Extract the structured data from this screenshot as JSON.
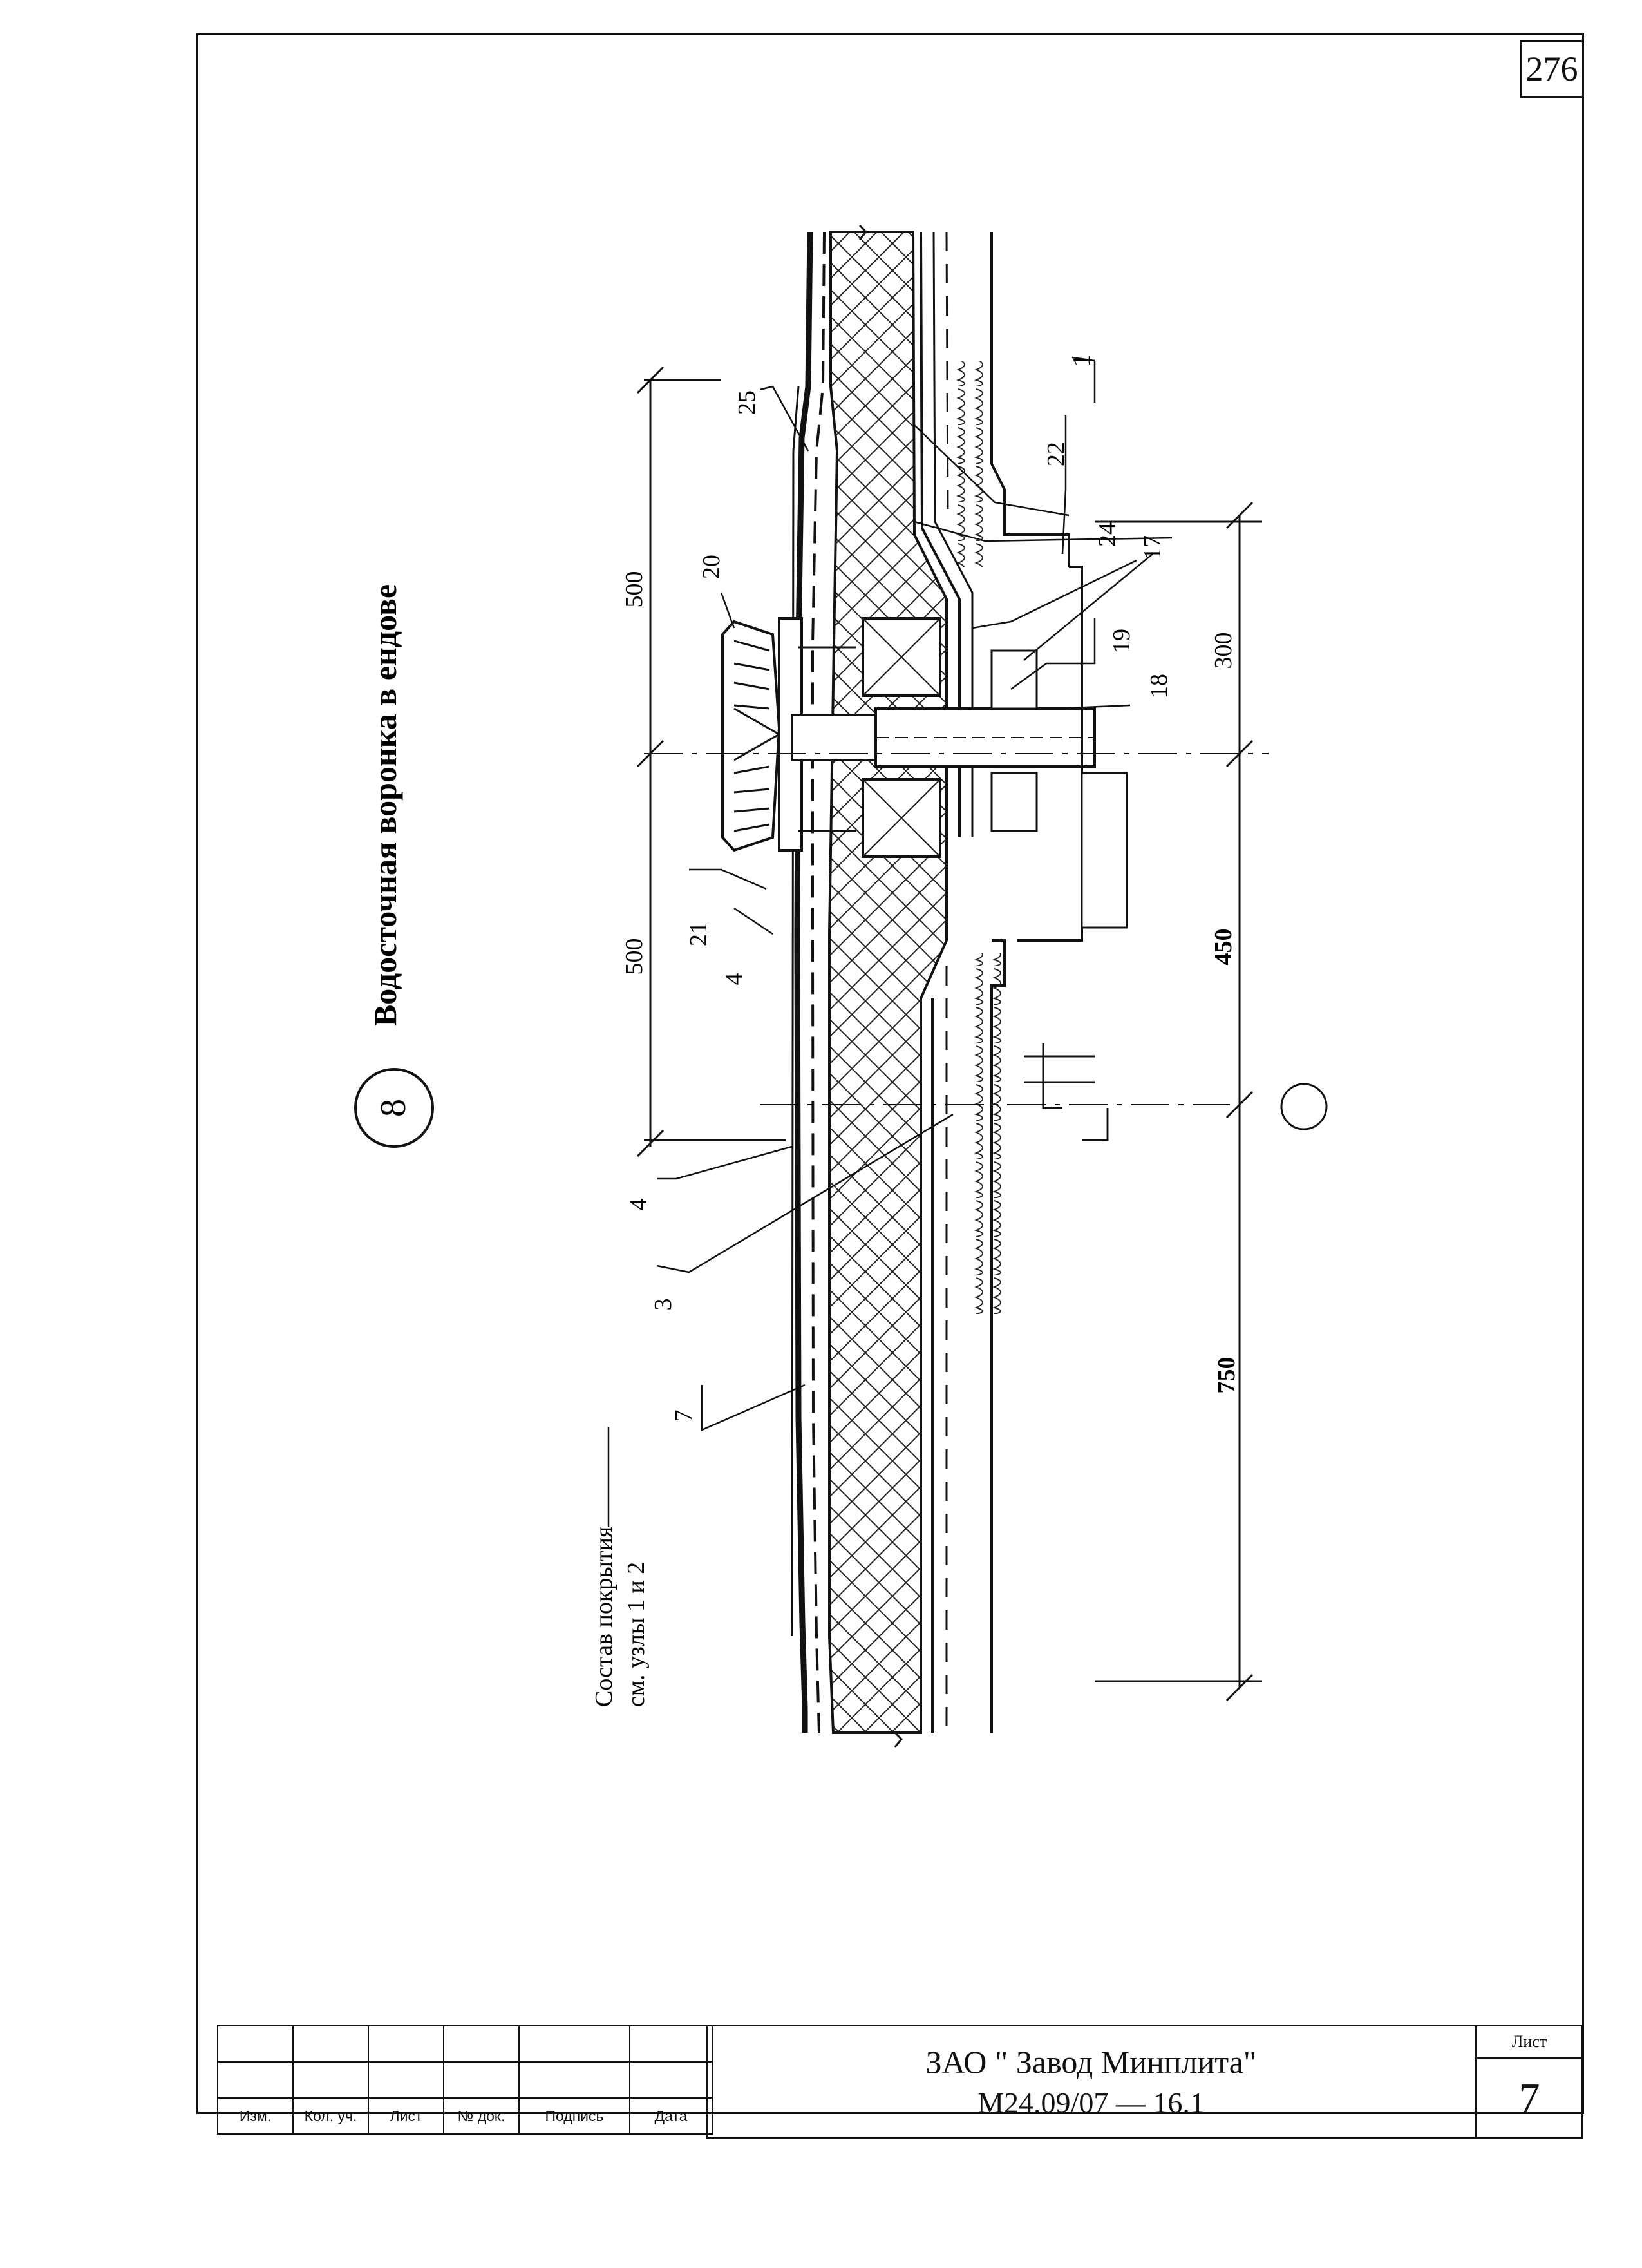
{
  "page_number": "276",
  "title": "Водосточная воронка в ендове",
  "node_number": "8",
  "callouts": {
    "c1": "1",
    "c22": "22",
    "c24": "24",
    "c17": "17",
    "c19": "19",
    "c18": "18",
    "c25": "25",
    "c20": "20",
    "c21": "21",
    "c4a": "4",
    "c4b": "4",
    "c3": "3",
    "c7": "7"
  },
  "dimensions": {
    "d500_top": "500",
    "d500_bottom": "500",
    "d300": "300",
    "d450": "450",
    "d750": "750"
  },
  "note": {
    "line1": "Состав покрытия",
    "line2": "см. узлы 1 и 2"
  },
  "stamp": {
    "headers": [
      "Изм.",
      "Кол. уч.",
      "Лист",
      "№ док.",
      "Подпись",
      "Дата"
    ],
    "company": "ЗАО \" Завод Минплита\"",
    "doc_code": "М24.09/07  —  16.1",
    "sheet_label": "Лист",
    "sheet_value": "7"
  }
}
